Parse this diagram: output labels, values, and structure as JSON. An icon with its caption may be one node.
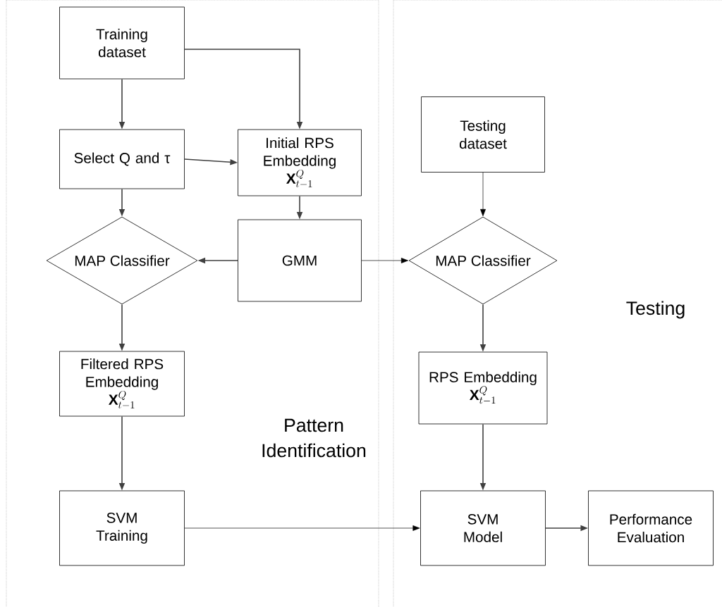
{
  "diagram": {
    "nodes": [
      {
        "text": [
          "Pattern Identification"
        ]
      },
      {
        "text": [
          "Testing"
        ]
      },
      {
        "text": [
          "Training dataset"
        ],
        "in": 0
      },
      {
        "text": [
          "Select Q and τ"
        ],
        "in": 0
      },
      {
        "text": [
          "Initial RPS Embedding",
          "\\mathbf{X}_{t-1}^{Q}"
        ],
        "in": 0
      },
      {
        "text": [
          "MAP Classifier"
        ],
        "in": 0
      },
      {
        "text": [
          "GMM"
        ],
        "in": 0
      },
      {
        "text": [
          "Filtered RPS Embedding",
          "\\mathbf{X}_{t-1}^{Q}"
        ],
        "in": 0
      },
      {
        "text": [
          "SVM Training"
        ],
        "in": 0
      },
      {
        "text": [
          "Testing dataset"
        ],
        "in": 1
      },
      {
        "text": [
          "MAP Classifier"
        ],
        "in": 1
      },
      {
        "text": [
          "RPS Embedding",
          "\\mathbf{X}_{t-1}^{Q}"
        ],
        "in": 1
      },
      {
        "text": [
          "SVM Model"
        ],
        "in": 1
      },
      {
        "text": [
          "Performance Evaluation"
        ],
        "in": 1
      }
    ],
    "edges": [
      {
        "from": 2,
        "to": 3,
        "arrow": "to"
      },
      {
        "from": 2,
        "to": 4,
        "arrow": "to"
      },
      {
        "from": 3,
        "to": 4,
        "arrow": "to"
      },
      {
        "from": 3,
        "to": 5,
        "arrow": "to"
      },
      {
        "from": 4,
        "to": 6,
        "arrow": "to"
      },
      {
        "from": 6,
        "to": 5,
        "arrow": "to"
      },
      {
        "from": 6,
        "to": 10,
        "arrow": "to",
        "color": "#000000"
      },
      {
        "from": 5,
        "to": 7,
        "arrow": "to"
      },
      {
        "from": 7,
        "to": 8,
        "arrow": "to"
      },
      {
        "from": 8,
        "to": 12,
        "arrow": "to",
        "color": "#000000"
      },
      {
        "from": 9,
        "to": 10,
        "arrow": "to",
        "color": "#000000"
      },
      {
        "from": 10,
        "to": 11,
        "arrow": "to"
      },
      {
        "from": 11,
        "to": 12,
        "arrow": "to"
      },
      {
        "from": 12,
        "to": 13,
        "arrow": "to"
      }
    ]
  }
}
